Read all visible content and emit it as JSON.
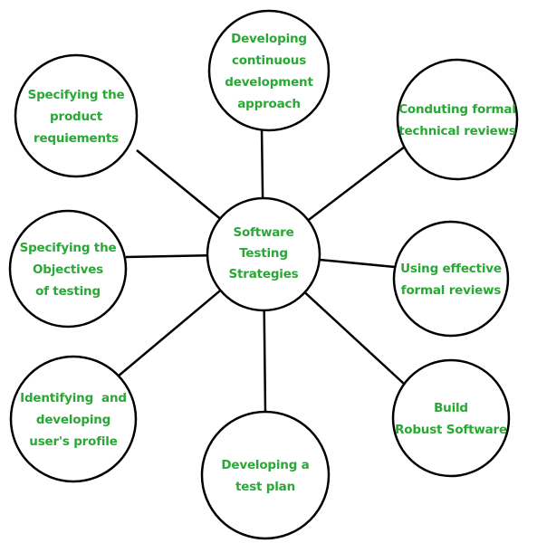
{
  "text_color": "#2aa836",
  "line_color": "#000000",
  "center": {
    "lines": [
      "Software",
      "Testing",
      "Strategies"
    ]
  },
  "nodes": [
    {
      "id": "continuous-development",
      "lines": [
        "Developing",
        "continuous",
        "development",
        "approach"
      ]
    },
    {
      "id": "formal-technical-reviews",
      "lines": [
        "Conduting formal",
        "technical reviews"
      ]
    },
    {
      "id": "effective-formal-reviews",
      "lines": [
        "Using effective",
        "formal reviews"
      ]
    },
    {
      "id": "robust-software",
      "lines": [
        "Build",
        "Robust Software"
      ]
    },
    {
      "id": "test-plan",
      "lines": [
        "Developing a",
        "test plan"
      ]
    },
    {
      "id": "users-profile",
      "lines": [
        "Identifying  and",
        "developing",
        "user's profile"
      ]
    },
    {
      "id": "testing-objectives",
      "lines": [
        "Specifying the",
        "Objectives",
        "of testing"
      ]
    },
    {
      "id": "product-requirements",
      "lines": [
        "Specifying the",
        "product",
        "requiements"
      ]
    }
  ]
}
